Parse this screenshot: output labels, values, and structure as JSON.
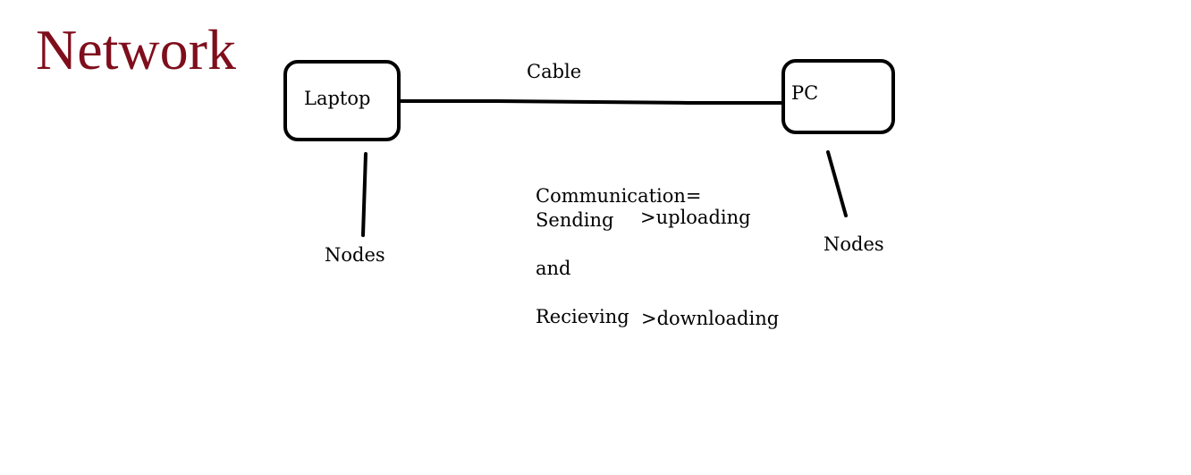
{
  "diagram": {
    "title": "Network",
    "cable_label": "Cable",
    "left_device_label": "Laptop",
    "right_device_label": "PC",
    "left_node_label": "Nodes",
    "right_node_label": "Nodes",
    "communication": {
      "line1": "Communication=",
      "line2_left": "Sending",
      "line2_right": ">uploading",
      "line3": "and",
      "line4_left": "Recieving",
      "line4_right": ">downloading"
    }
  },
  "colors": {
    "title": "#7f0e1c",
    "stroke": "#000000",
    "text": "#000000",
    "background": "#ffffff"
  }
}
